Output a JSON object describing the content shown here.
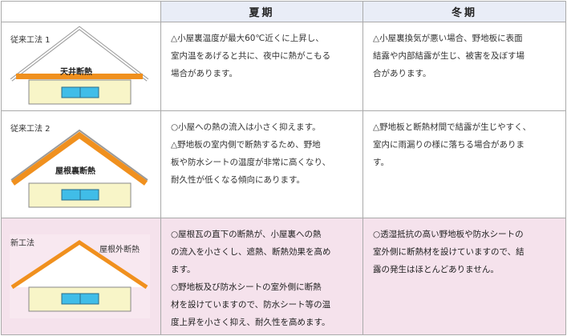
{
  "header": {
    "col_summer": "夏期",
    "col_winter": "冬期"
  },
  "rows": [
    {
      "method": "従来工法 1",
      "figure_label": "天井断熱",
      "summer": "△小屋裏温度が最大60℃近くに上昇し、\n室内温をあげると共に、夜中に熱がこもる\n場合があります。",
      "winter": "△小屋裏換気が悪い場合、野地板に表面\n結露や内部結露が生じ、被害を及ぼす場\n合があります。"
    },
    {
      "method": "従来工法 2",
      "figure_label": "屋根裏断熱",
      "summer": "○小屋への熱の流入は小さく抑えます。\n△野地板の室内側で断熱するため、野地\n板や防水シートの温度が非常に高くなり、\n耐久性が低くなる傾向にあります。",
      "winter": "△野地板と断熱材間で結露が生じやすく、\n室内に雨漏りの様に落ちる場合がありま\nす。"
    },
    {
      "method": "新工法",
      "figure_label": "屋根外断熱",
      "summer": "○屋根瓦の直下の断熱が、小屋裏への熱\nの流入を小さくし、遮熱、断熱効果を高め\nます。\n○野地板及び防水シートの室外側に断熱\n材を設けていますので、防水シート等の温\n度上昇を小さく抑え、耐久性を高めます。",
      "winter": "○透湿抵抗の高い野地板や防水シートの\n室外側に断熱材を設けていますので、結\n露の発生はほとんどありません。"
    }
  ],
  "colors": {
    "insulation": "#f0901e",
    "wall": "#f8f5c8",
    "window": "#40bde8",
    "pink": "#f5e2ec",
    "header": "#e9edf7"
  }
}
